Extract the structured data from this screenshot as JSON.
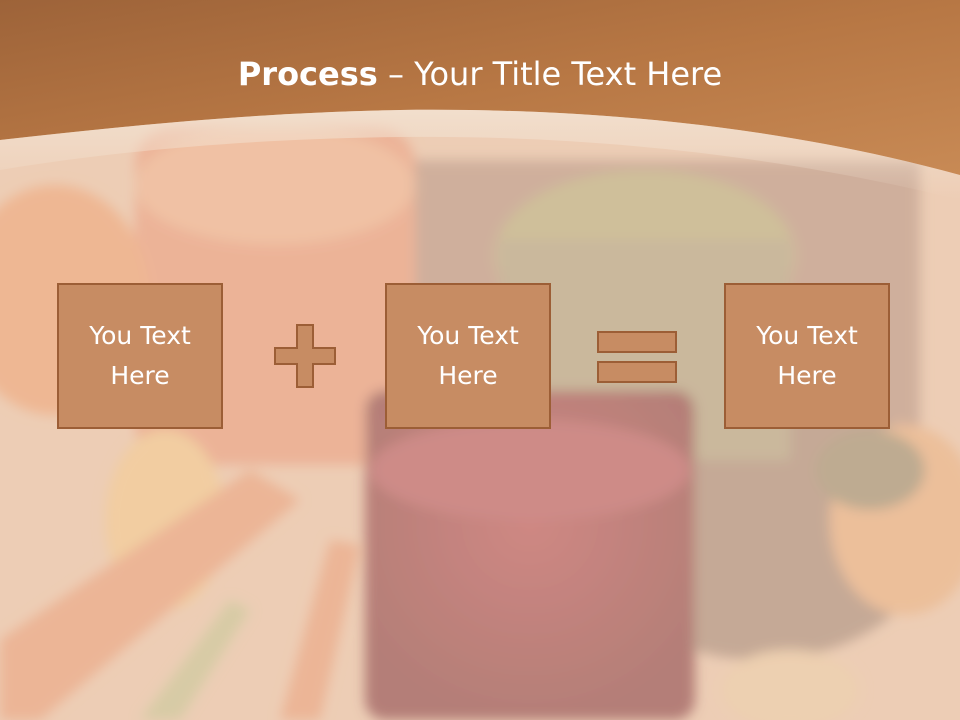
{
  "slide": {
    "title_bold": "Process",
    "title_dash": " – ",
    "title_rest": "Your Title Text Here"
  },
  "process": {
    "box1": "You Text Here",
    "box2": "You Text Here",
    "box3": "You Text Here",
    "plus_icon": "plus-icon",
    "equals_icon": "equals-icon"
  },
  "colors": {
    "header": "#b87745",
    "box_fill": "#c78c63",
    "box_border": "#9c5e36",
    "title_text": "#ffffff"
  }
}
